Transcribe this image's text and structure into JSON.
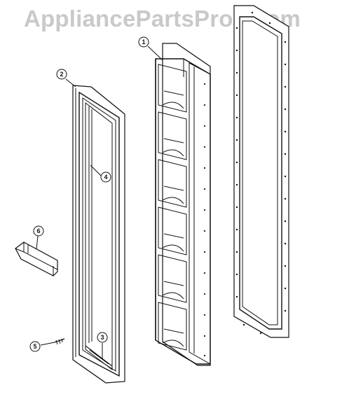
{
  "watermark": "AppliancePartsPros.com",
  "callouts": [
    "1",
    "2",
    "3",
    "4",
    "5",
    "6"
  ]
}
